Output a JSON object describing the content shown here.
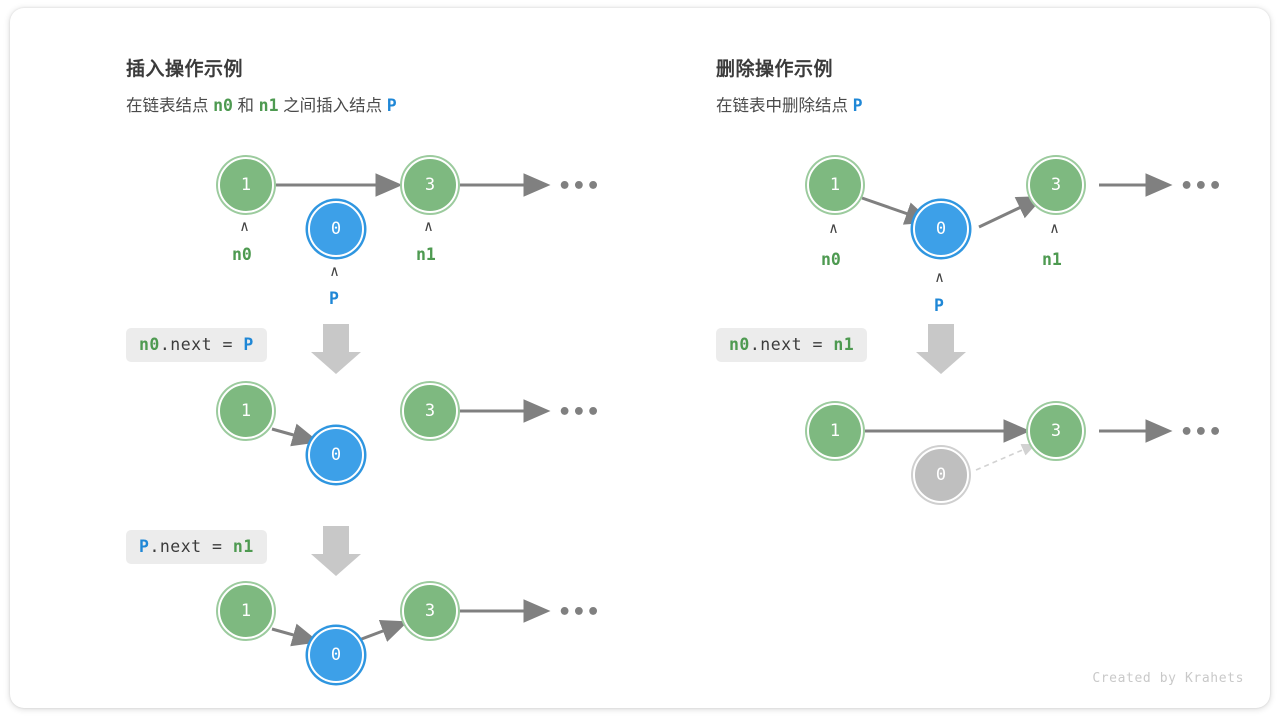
{
  "credit": "Created by Krahets",
  "palette": {
    "node_green": "#7eb980",
    "node_blue": "#3da0e8",
    "node_gray": "#bfbfbf",
    "arrow_gray": "#808080",
    "label_green": "#4e9a51",
    "label_blue": "#1f87d6",
    "chip_bg": "#ececec",
    "card_bg": "#ffffff"
  },
  "panels": {
    "insert": {
      "title": "插入操作示例",
      "subtitle_parts": {
        "p1": "在链表结点 ",
        "n0": "n0",
        "p2": " 和 ",
        "n1": "n1",
        "p3": " 之间插入结点 ",
        "p": "P"
      },
      "steps": [
        {
          "code": {
            "a": "n0",
            "mid": ".next = ",
            "b": "P"
          },
          "nodes": [
            {
              "value": "1",
              "color": "green",
              "pointer": "n0"
            },
            {
              "value": "0",
              "color": "blue",
              "pointer": "P"
            },
            {
              "value": "3",
              "color": "green",
              "pointer": "n1"
            }
          ],
          "tail_dots": "•••"
        },
        {
          "code": {
            "a": "P",
            "mid": ".next = ",
            "b": "n1"
          },
          "nodes": [
            {
              "value": "1",
              "color": "green"
            },
            {
              "value": "0",
              "color": "blue"
            },
            {
              "value": "3",
              "color": "green"
            }
          ],
          "tail_dots": "•••"
        },
        {
          "nodes": [
            {
              "value": "1",
              "color": "green"
            },
            {
              "value": "0",
              "color": "blue"
            },
            {
              "value": "3",
              "color": "green"
            }
          ],
          "tail_dots": "•••"
        }
      ]
    },
    "delete": {
      "title": "删除操作示例",
      "subtitle_parts": {
        "p1": "在链表中删除结点 ",
        "p": "P"
      },
      "steps": [
        {
          "code": {
            "a": "n0",
            "mid": ".next = ",
            "b": "n1"
          },
          "nodes": [
            {
              "value": "1",
              "color": "green",
              "pointer": "n0"
            },
            {
              "value": "0",
              "color": "blue",
              "pointer": "P"
            },
            {
              "value": "3",
              "color": "green",
              "pointer": "n1"
            }
          ],
          "tail_dots": "•••"
        },
        {
          "nodes": [
            {
              "value": "1",
              "color": "green"
            },
            {
              "value": "0",
              "color": "gray"
            },
            {
              "value": "3",
              "color": "green"
            }
          ],
          "tail_dots": "•••"
        }
      ]
    }
  },
  "caret_glyph": "∧"
}
